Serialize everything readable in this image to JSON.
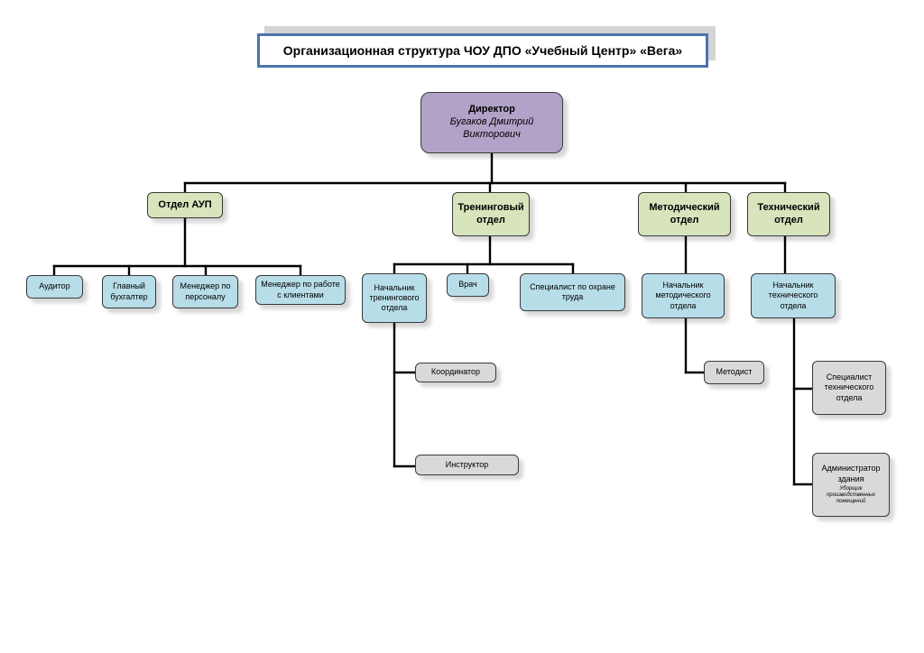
{
  "title": "Организационная структура ЧОУ ДПО «Учебный Центр» «Вега»",
  "director": {
    "role": "Директор",
    "name_line1": "Бугаков Дмитрий",
    "name_line2": "Викторович"
  },
  "departments": {
    "aup": {
      "label": "Отдел АУП",
      "staff": [
        "Аудитор",
        [
          "Главный",
          "бухгалтер"
        ],
        [
          "Менеджер по",
          "персоналу"
        ],
        [
          "Менеджер по работе",
          "с клиентами"
        ]
      ]
    },
    "training": {
      "label": [
        "Тренинговый",
        "отдел"
      ],
      "head": [
        "Начальник",
        "тренингового",
        "отдела"
      ],
      "subordinates": [
        "Координатор",
        "Инструктор"
      ],
      "staff": [
        "Врач",
        [
          "Специалист по охране",
          "труда"
        ]
      ]
    },
    "methodical": {
      "label": [
        "Методический",
        "отдел"
      ],
      "head": [
        "Начальник",
        "методического",
        "отдела"
      ],
      "subordinates": [
        "Методист"
      ]
    },
    "technical": {
      "label": [
        "Технический",
        "отдел"
      ],
      "head": [
        "Начальник",
        "технического",
        "отдела"
      ],
      "subordinates": [
        [
          "Специалист",
          "технического",
          "отдела"
        ],
        {
          "lines": [
            "Администратор",
            "здания"
          ],
          "note": [
            "Уборщик",
            "производственных",
            "помещений"
          ]
        }
      ]
    }
  },
  "colors": {
    "title_border": "#4b74ad",
    "director_fill": "#b2a2c7",
    "department_fill": "#d8e4bc",
    "staff_fill": "#b7dde8",
    "subordinate_fill": "#d9d9d9",
    "connector": "#000000"
  }
}
